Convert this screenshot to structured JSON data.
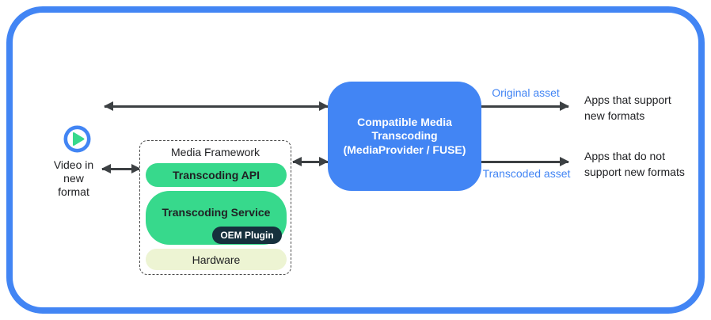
{
  "diagram": {
    "source": {
      "icon": "play-icon",
      "label": "Video in\nnew\nformat"
    },
    "media_framework": {
      "title": "Media Framework",
      "layers": [
        {
          "label": "Transcoding API"
        },
        {
          "label": "Transcoding Service",
          "plugin": "OEM Plugin"
        },
        {
          "label": "Hardware"
        }
      ]
    },
    "transcoder": {
      "title": "Compatible Media\nTranscoding\n(MediaProvider / FUSE)"
    },
    "outputs": {
      "original": {
        "label": "Original asset",
        "target": "Apps that support\nnew formats"
      },
      "transcoded": {
        "label": "Transcoded asset",
        "target": "Apps that do not\nsupport new formats"
      }
    }
  },
  "colors": {
    "accent_blue": "#4285F4",
    "green": "#37D98C",
    "cream": "#EDF4D3",
    "dark_navy": "#16303D",
    "arrow": "#3C4043",
    "text": "#202124",
    "outline_gray": "#4A4A4A",
    "white": "#FFFFFF"
  }
}
